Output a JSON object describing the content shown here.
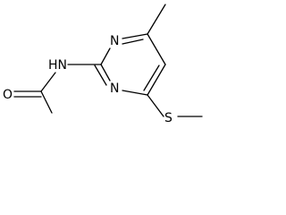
{
  "molecule": {
    "atom_labels": {
      "n_amide": "HN",
      "o_carbonyl": "O",
      "n_ring_top": "N",
      "n_ring_bottom": "N",
      "s_thioether": "S"
    }
  },
  "colors": {
    "background": "#ffffff",
    "line": "#000000"
  }
}
